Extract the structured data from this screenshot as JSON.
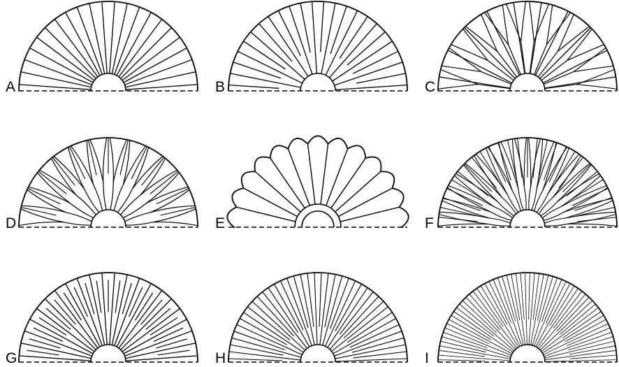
{
  "diagram": {
    "colors": {
      "line": "#000000",
      "background": "#ffffff"
    },
    "panels": [
      {
        "label": "A",
        "pattern": "simple-radial",
        "ray_count": 22
      },
      {
        "label": "B",
        "pattern": "radial-with-intercalated-short-lines",
        "ray_count": 24
      },
      {
        "label": "C",
        "pattern": "radial-forked",
        "ray_count": 22
      },
      {
        "label": "D",
        "pattern": "dense-branching-wavy",
        "ray_count": 26
      },
      {
        "label": "E",
        "pattern": "lobed-segments-with-inner-ring",
        "ray_count": 13
      },
      {
        "label": "F",
        "pattern": "very-dense-branching",
        "ray_count": 34
      },
      {
        "label": "G",
        "pattern": "radial-with-short-intercalated-lines",
        "ray_count": 22
      },
      {
        "label": "H",
        "pattern": "dense-radial",
        "ray_count": 40
      },
      {
        "label": "I",
        "pattern": "very-dense-fine-radial",
        "ray_count": 60
      }
    ]
  }
}
